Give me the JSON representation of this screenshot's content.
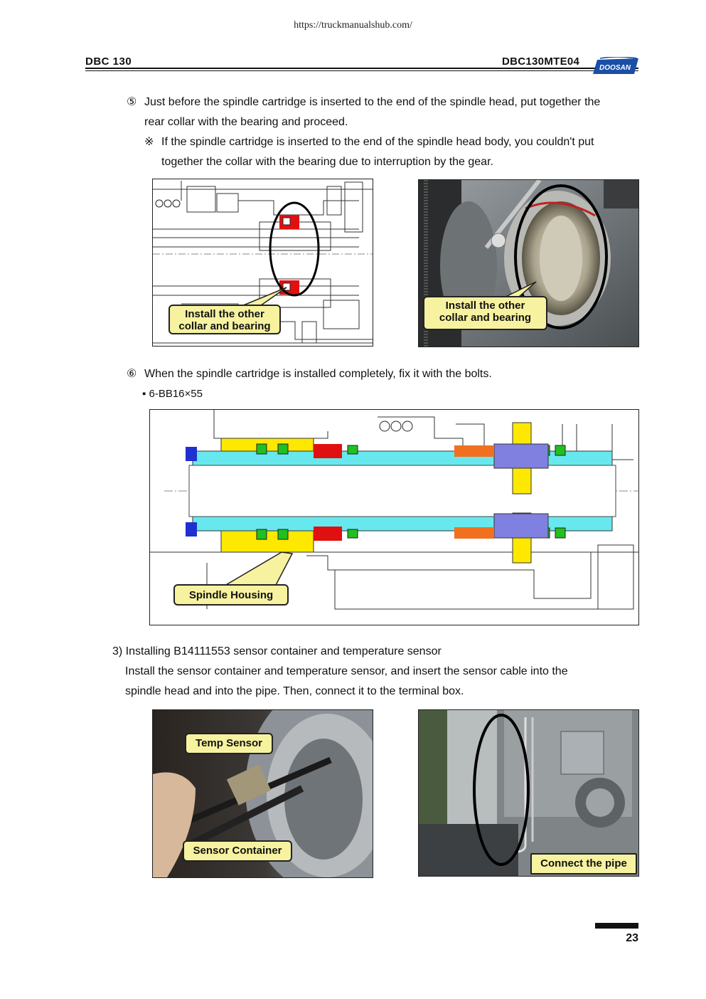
{
  "header": {
    "url": "https://truckmanualshub.com/",
    "model": "DBC 130",
    "doc_code": "DBC130MTE04",
    "brand": "DOOSAN"
  },
  "step5": {
    "marker": "⑤",
    "line1": "Just before the spindle cartridge is inserted to the end of the spindle head, put together the",
    "line2": "rear collar with the bearing and proceed.",
    "note_marker": "※",
    "note_line1": "If the spindle cartridge is inserted to the end of the spindle head body, you couldn't put",
    "note_line2": "together the collar with the bearing due to interruption by the gear.",
    "callout_drawing": [
      "Install the other",
      "collar and bearing"
    ],
    "callout_photo": [
      "Install the other",
      "collar and bearing"
    ]
  },
  "step6": {
    "marker": "⑥",
    "line1": "When the spindle cartridge is installed completely, fix it with the bolts.",
    "bullet": "▪ 6-BB16×55",
    "callout": "Spindle Housing"
  },
  "section3": {
    "title": "3) Installing B14111553 sensor container and temperature sensor",
    "line1": "Install the sensor container and temperature sensor, and insert the sensor cable into the",
    "line2": "spindle head and into the pipe. Then, connect it to the terminal box.",
    "callout_temp": "Temp Sensor",
    "callout_container": "Sensor Container",
    "callout_pipe": "Connect the pipe"
  },
  "page_number": "23",
  "colors": {
    "callout_fill": "#f7f2a0",
    "spindle_cyan": "#66e8ee",
    "part_yellow": "#ffe800",
    "part_red": "#e01010",
    "part_orange": "#f07020",
    "part_blue": "#2030d0",
    "part_green": "#20c020",
    "part_purple": "#8080e0",
    "brand_blue": "#1a4fa8"
  }
}
